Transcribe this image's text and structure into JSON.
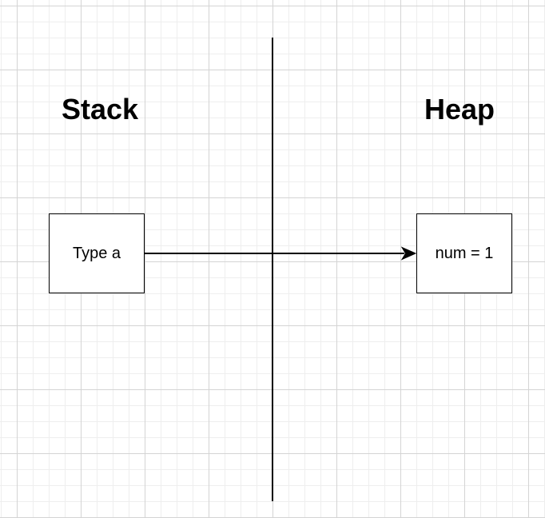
{
  "diagram": {
    "headings": {
      "stack": "Stack",
      "heap": "Heap"
    },
    "nodes": {
      "stack_variable": "Type a",
      "heap_object": "num = 1"
    },
    "edges": [
      {
        "from": "stack_variable",
        "to": "heap_object",
        "style": "arrow"
      }
    ],
    "colors": {
      "stroke": "#000000",
      "fill": "#ffffff",
      "grid_major": "#d4d4d4",
      "grid_minor": "#eeeeee"
    }
  }
}
